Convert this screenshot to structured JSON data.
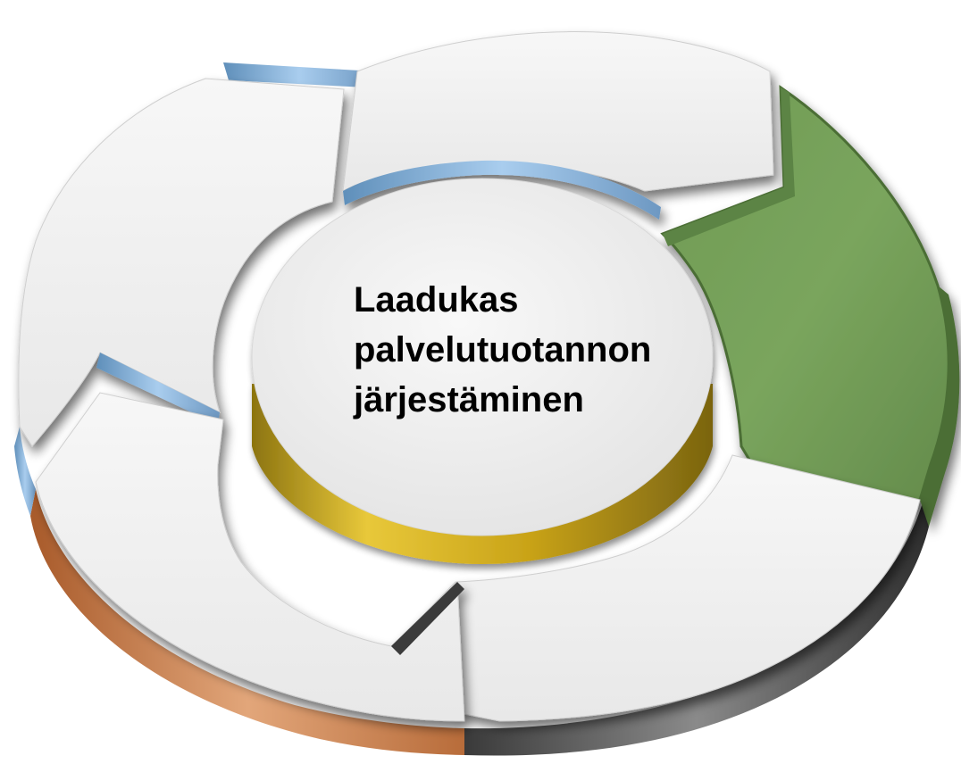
{
  "diagram": {
    "center": {
      "lines": [
        "Laadukas",
        "palvelutuotannon",
        "järjestäminen"
      ]
    },
    "colors": {
      "arrow_face": "#efefef",
      "highlight_green": "#76a05a",
      "highlight_green_edge": "#4b6e36",
      "edge_blue": "#9cc4e6",
      "edge_orange": "#d89a6c",
      "edge_gray": "#a6a6a6",
      "hub_gold": "#d4b020"
    }
  }
}
